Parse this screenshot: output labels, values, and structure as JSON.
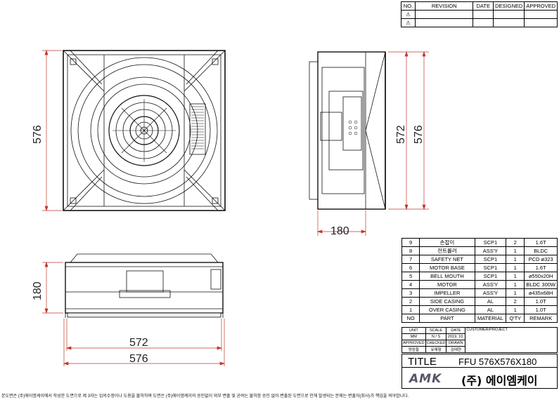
{
  "revision": {
    "headers": [
      "NO.",
      "REVISION",
      "DATE",
      "DESIGNED",
      "APPROVED"
    ],
    "rows": [
      [
        "⚠",
        "",
        "",
        "",
        ""
      ],
      [
        "⚠",
        "",
        "",
        "",
        ""
      ]
    ]
  },
  "dimensions": {
    "front_height": "576",
    "side_height_inner": "572",
    "side_height_outer": "576",
    "side_depth": "180",
    "bottom_height": "180",
    "bottom_width_inner": "572",
    "bottom_width_outer": "576"
  },
  "parts": {
    "headers": [
      "NO",
      "PART",
      "MATERIAL",
      "Q'TY",
      "REMARK"
    ],
    "rows": [
      [
        "9",
        "손잡이",
        "SCP1",
        "2",
        "1.6T"
      ],
      [
        "8",
        "컨트롤러",
        "ASS'Y",
        "1",
        "BLDC"
      ],
      [
        "7",
        "SAFETY NET",
        "SCP1",
        "1",
        "PCD ø323"
      ],
      [
        "6",
        "MOTOR BASE",
        "SCP1",
        "1",
        "1.6T"
      ],
      [
        "5",
        "BELL MOUTH",
        "SCP1",
        "1",
        "ø550x20H"
      ],
      [
        "4",
        "MOTOR",
        "ASS'Y",
        "1",
        "BLDC 300W"
      ],
      [
        "3",
        "IMPELLER",
        "ASS'Y",
        "1",
        "ø435x68H"
      ],
      [
        "2",
        "SIDE CASING",
        "AL",
        "2",
        "1.0T"
      ],
      [
        "1",
        "OVER CASING",
        "AL",
        "1",
        "1.0T"
      ]
    ]
  },
  "meta": {
    "unit_label": "UNIT",
    "scale_label": "SCALE",
    "date_label": "DATE",
    "unit": "MM",
    "scale": "N / S",
    "date": "2019. 10.",
    "customer_label": "CUSTOMER/PROJECT",
    "approved_label": "APPROVED",
    "checked_label": "CHECKED",
    "drawn_label": "DRAWN",
    "approved": "양승철",
    "checked": "유재형",
    "drawn": "김태현"
  },
  "title": {
    "label": "TITLE",
    "value": "FFU  576X576X180"
  },
  "company": {
    "logo": "AMK",
    "name": "(주) 에이엠케이"
  },
  "note": "본도면은 (주)에이엠케이에서 작성한 도면으로 제 3자는 임의수정이나 도용을 불허하며 도면은 (주)에이엠케이의 승인없이 외부 변출 및 공여는 불허함 승인 없이 변출된 도면으로 인해 발생되는 문제는 변출자(회사)가 책임을 져야합니다.",
  "colors": {
    "dimension": "#c0392b",
    "line": "#111111"
  }
}
